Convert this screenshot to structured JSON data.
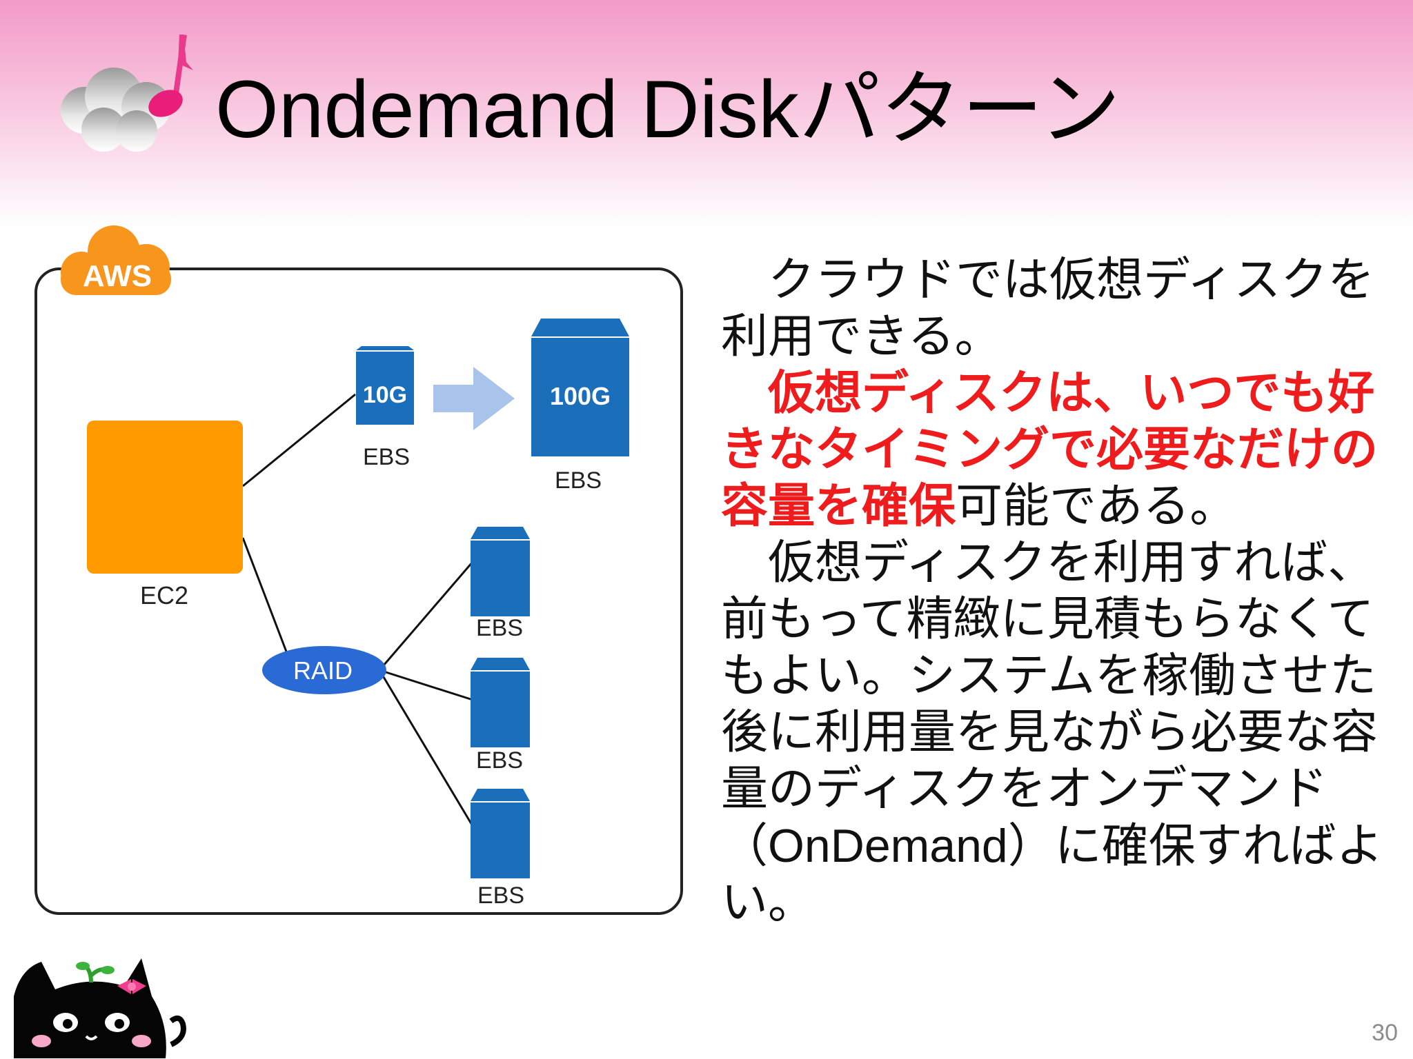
{
  "slide": {
    "title": "Ondemand Diskパターン",
    "page_number": "30"
  },
  "diagram": {
    "cloud_label": "AWS",
    "ec2_label": "EC2",
    "raid_label": "RAID",
    "ebs_small_size": "10G",
    "ebs_large_size": "100G",
    "ebs_label": "EBS"
  },
  "text": {
    "p1_line1": "　クラウドでは仮想ディスクを",
    "p1_line2": "利用できる。",
    "p2_red_1": "　仮想ディスクは、いつでも好",
    "p2_red_2": "きなタイミングで必要なだけの",
    "p2_red_3": "容量を確保",
    "p2_rest": "可能である。",
    "p3_line1": "　仮想ディスクを利用すれば、",
    "p3_line2": "前もって精緻に見積もらなくて",
    "p3_line3": "もよい。システムを稼働させた",
    "p3_line4": "後に利用量を見ながら必要な容",
    "p3_line5": "量のディスクをオンデマンド",
    "p3_paren_open": "（",
    "p3_latin": "OnDemand",
    "p3_paren_close": "）",
    "p3_line6_rest": "に確保すればよ",
    "p3_line7": "い。"
  },
  "colors": {
    "header_pink": "#f39ac8",
    "aws_orange": "#f7951d",
    "ec2_orange": "#ff9900",
    "ebs_blue": "#1b6fba",
    "raid_blue": "#2a6ad4",
    "arrow_light_blue": "#a8c4ea",
    "emphasis_red": "#ee1c1c"
  },
  "icons": {
    "logo": "music-note-cloud-icon",
    "mascot": "black-cat-mascot-icon",
    "arrow": "right-arrow-icon"
  }
}
